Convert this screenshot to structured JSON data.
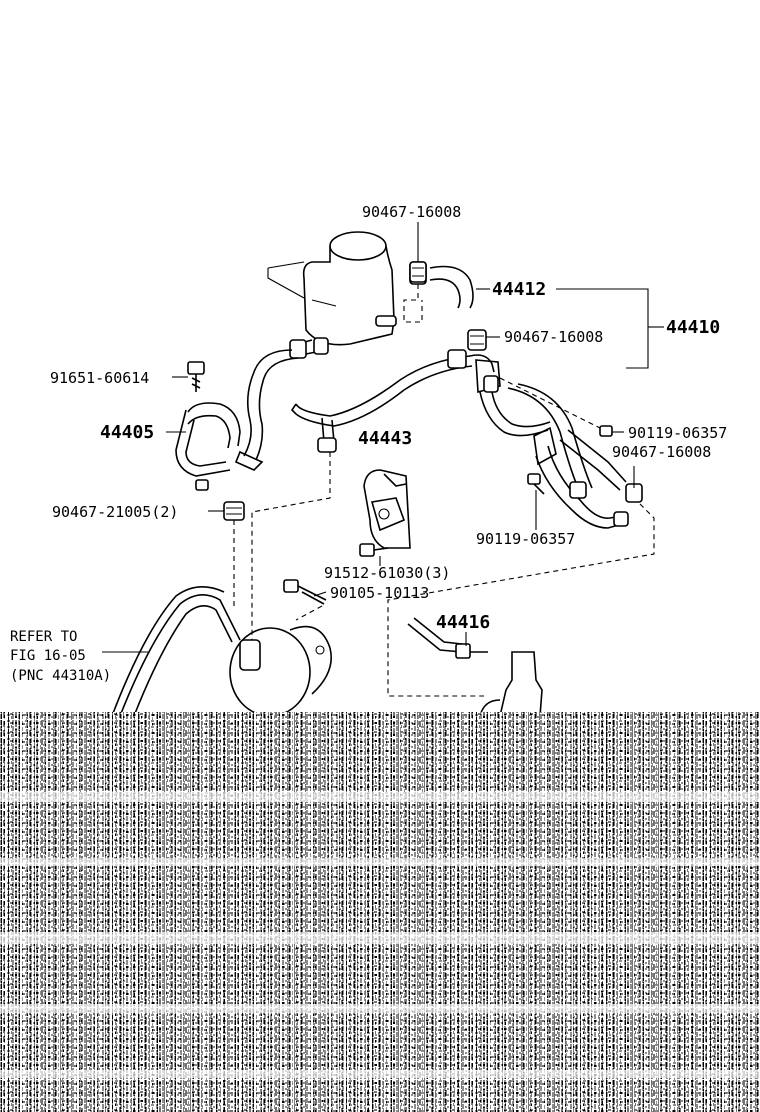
{
  "labels": {
    "p90467_16008_top": "90467-16008",
    "p44412": "44412",
    "p90467_16008_mid": "90467-16008",
    "p44410": "44410",
    "p91651_60614": "91651-60614",
    "p44405": "44405",
    "p44443": "44443",
    "p90119_06357_a": "90119-06357",
    "p90467_16008_right": "90467-16008",
    "p90467_21005": "90467-21005(2)",
    "p90119_06357_b": "90119-06357",
    "p91512_61030": "91512-61030(3)",
    "p90105_10113": "90105-10113",
    "p44416": "44416",
    "refer_line1": "REFER TO",
    "refer_line2": "FIG 16-05",
    "refer_line3": "(PNC 44310A)"
  }
}
